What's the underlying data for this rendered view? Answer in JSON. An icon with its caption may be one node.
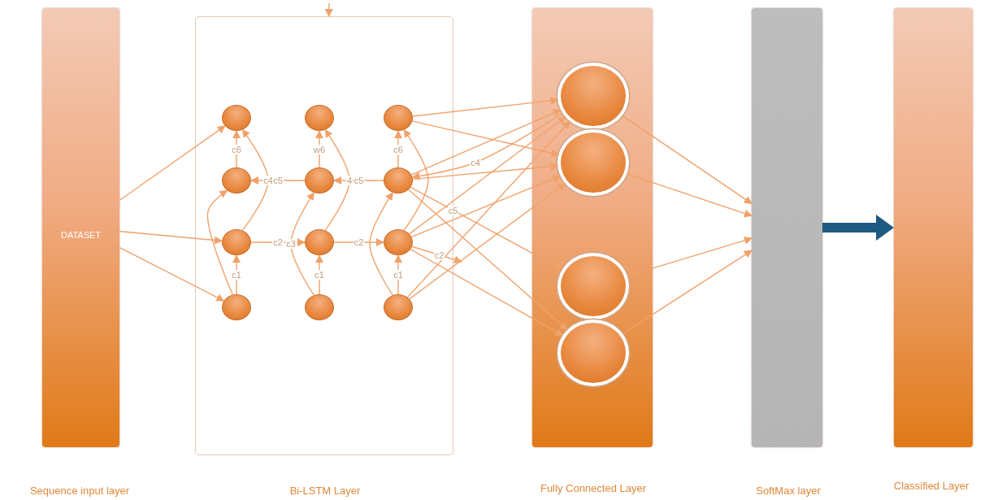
{
  "diagram": {
    "nodes": [
      {
        "text": [
          "DATASET"
        ],
        "beside": [
          "Sequence input layer"
        ]
      },
      {
        "text": [],
        "shape": "box",
        "beside": [
          "Bi-LSTM Layer"
        ]
      },
      {
        "text": [],
        "shape": "circle",
        "in": 1
      },
      {
        "text": [],
        "shape": "circle",
        "in": 1
      },
      {
        "text": [],
        "shape": "circle",
        "in": 1
      },
      {
        "text": [],
        "shape": "circle",
        "in": 1
      },
      {
        "text": [],
        "shape": "circle",
        "in": 1
      },
      {
        "text": [],
        "shape": "circle",
        "in": 1
      },
      {
        "text": [],
        "shape": "circle",
        "in": 1
      },
      {
        "text": [],
        "shape": "circle",
        "in": 1
      },
      {
        "text": [],
        "shape": "circle",
        "in": 1
      },
      {
        "text": [],
        "shape": "circle",
        "in": 1
      },
      {
        "text": [],
        "shape": "circle",
        "in": 1
      },
      {
        "text": [],
        "shape": "circle",
        "in": 1
      },
      {
        "text": [],
        "shape": "bar",
        "beside": [
          "Fully Connected Layer"
        ]
      },
      {
        "text": [],
        "shape": "circle",
        "in": 14
      },
      {
        "text": [],
        "shape": "circle",
        "in": 14
      },
      {
        "text": [],
        "shape": "circle",
        "in": 14
      },
      {
        "text": [],
        "shape": "circle",
        "in": 14
      },
      {
        "text": [],
        "shape": "bar",
        "beside": [
          "SoftMax layer"
        ]
      },
      {
        "text": [],
        "shape": "bar",
        "beside": [
          "Classified Layer"
        ]
      }
    ],
    "edges": [
      {
        "from": 0,
        "to": 2,
        "arrow": "to"
      },
      {
        "from": 0,
        "to": 4,
        "arrow": "to"
      },
      {
        "from": 0,
        "to": 5,
        "arrow": "to"
      },
      {
        "from": 5,
        "to": 4,
        "arrow": "to",
        "label": "c1"
      },
      {
        "from": 3,
        "to": 2,
        "arrow": "to",
        "label": "c6"
      },
      {
        "from": 4,
        "to": 2,
        "arrow": "to",
        "label": "c4"
      },
      {
        "from": 5,
        "to": 3,
        "arrow": "to"
      },
      {
        "from": 4,
        "to": 8,
        "arrow": "to",
        "label": "c2"
      },
      {
        "from": 7,
        "to": 3,
        "arrow": "to",
        "label": "c5"
      },
      {
        "from": 9,
        "to": 8,
        "arrow": "to",
        "label": "c1"
      },
      {
        "from": 7,
        "to": 6,
        "arrow": "to",
        "label": "w6"
      },
      {
        "from": 9,
        "to": 7,
        "arrow": "to",
        "label": "c3"
      },
      {
        "from": 8,
        "to": 6,
        "arrow": "to",
        "label": "4"
      },
      {
        "from": 11,
        "to": 7,
        "arrow": "to",
        "label": "c5"
      },
      {
        "from": 8,
        "to": 12,
        "arrow": "to",
        "label": "c2"
      },
      {
        "from": 13,
        "to": 12,
        "arrow": "to",
        "label": "c1"
      },
      {
        "from": 11,
        "to": 10,
        "arrow": "to",
        "label": "c6"
      },
      {
        "from": 12,
        "to": 10,
        "arrow": "to"
      },
      {
        "from": 13,
        "to": 11,
        "arrow": "to"
      },
      {
        "from": 10,
        "to": 15,
        "arrow": "to"
      },
      {
        "from": 10,
        "to": 16,
        "arrow": "to"
      },
      {
        "from": 11,
        "to": 15,
        "arrow": "to"
      },
      {
        "from": 11,
        "to": 16,
        "arrow": "to"
      },
      {
        "from": 11,
        "to": 17,
        "arrow": "to",
        "label": "c5"
      },
      {
        "from": 11,
        "to": 18,
        "arrow": "to"
      },
      {
        "from": 12,
        "to": 15,
        "arrow": "to"
      },
      {
        "from": 12,
        "to": 16,
        "arrow": "to"
      },
      {
        "from": 12,
        "to": 18,
        "arrow": "to"
      },
      {
        "from": 13,
        "to": 15,
        "arrow": "to"
      },
      {
        "from": 13,
        "to": 16,
        "arrow": "to"
      },
      {
        "from": 15,
        "to": 11,
        "arrow": "to",
        "label": "c4"
      },
      {
        "from": 12,
        "to": null,
        "arrow": "to",
        "label": "c2"
      },
      {
        "from": 15,
        "to": 19,
        "arrow": "to"
      },
      {
        "from": 16,
        "to": 19,
        "arrow": "to"
      },
      {
        "from": 17,
        "to": 19,
        "arrow": "to"
      },
      {
        "from": 18,
        "to": 19,
        "arrow": "to"
      },
      {
        "from": 19,
        "to": 20,
        "arrow": "to",
        "style": "thick",
        "color": "#1f5a80"
      },
      {
        "from": null,
        "to": 1,
        "arrow": "to"
      }
    ]
  }
}
